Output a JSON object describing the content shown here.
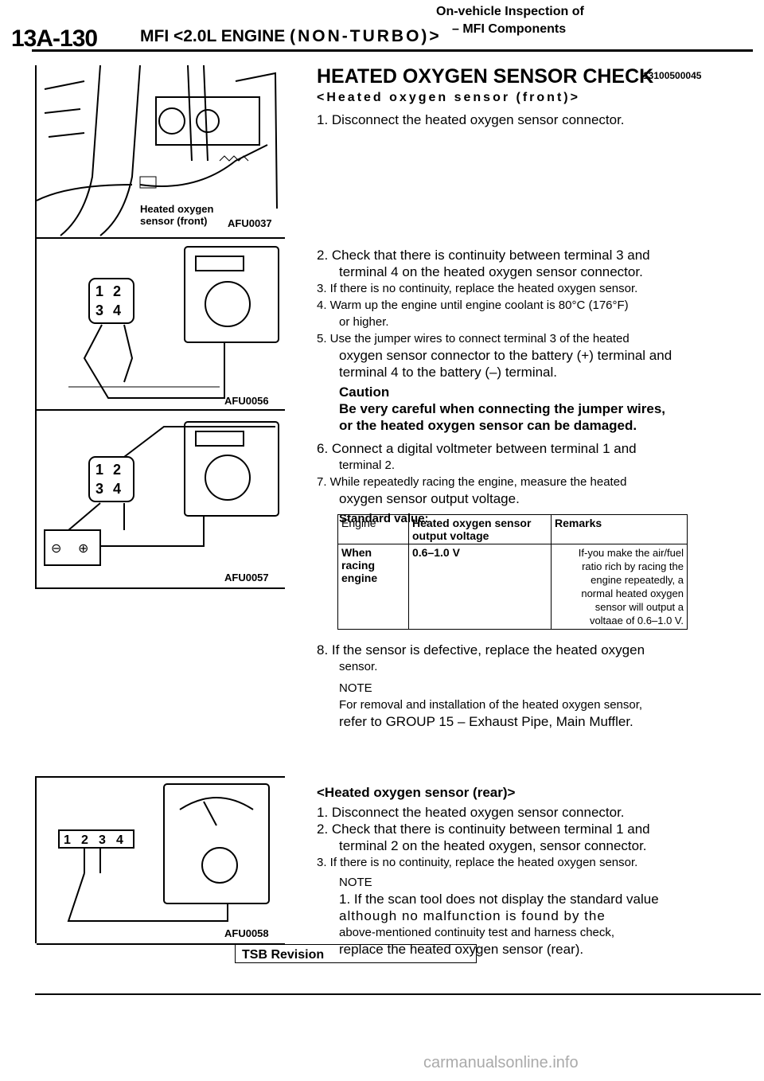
{
  "header": {
    "page_number": "13A-130",
    "title_prefix": "MFI <2.0L ENGINE",
    "title_engine": "(NON-TURBO)>",
    "top_right": "On-vehicle Inspection of",
    "sub_right": "– MFI Components"
  },
  "figures": {
    "fig1": {
      "label_line1": "Heated oxygen",
      "label_line2": "sensor (front)",
      "code": "AFU0037"
    },
    "fig2": {
      "code": "AFU0056",
      "pins": [
        "1",
        "2",
        "3",
        "4"
      ]
    },
    "fig3": {
      "code": "AFU0057",
      "pins": [
        "1",
        "2",
        "3",
        "4"
      ]
    },
    "fig4": {
      "code": "AFU0058",
      "pins": [
        "1",
        "2",
        "3",
        "4"
      ]
    }
  },
  "section": {
    "title": "HEATED OXYGEN SENSOR CHECK",
    "code": "13100500045",
    "front_heading": "<Heated oxygen sensor (front)>",
    "step1": "1. Disconnect the heated oxygen sensor connector.",
    "step2_a": "2. Check that there is continuity between terminal 3 and",
    "step2_b": "terminal 4 on the heated oxygen sensor connector.",
    "step3": "3. If there is no continuity, replace the heated oxygen sensor.",
    "step4_a": "4. Warm up the engine until engine coolant is 80°C (176°F)",
    "step4_b": "or higher.",
    "step5_a": "5. Use the jumper wires to connect terminal 3 of the heated",
    "step5_b": "oxygen sensor connector to the battery (+) terminal and",
    "step5_c": "terminal 4 to the battery (–) terminal.",
    "caution_label": "Caution",
    "caution_a": "Be very careful when connecting the jumper wires,",
    "caution_b": "or the heated oxygen sensor can be damaged.",
    "step6_a": "6. Connect a digital voltmeter between terminal 1 and",
    "step6_b": "terminal 2.",
    "step7_a": "7. While repeatedly racing the engine, measure the heated",
    "step7_b": "oxygen sensor output voltage.",
    "standard_label": "Standard value:",
    "table": {
      "headers": [
        "Engine",
        "Heated oxygen sensor output voltage",
        "Remarks"
      ],
      "row": {
        "engine": "When racing engine",
        "voltage": "0.6–1.0 V",
        "remarks_1": "If-you make the air/fuel",
        "remarks_2": "ratio rich by racing the",
        "remarks_3": "engine repeatedly, a",
        "remarks_4": "normal heated oxygen",
        "remarks_5": "sensor will output a",
        "remarks_6": "voltaae of 0.6–1.0 V."
      }
    },
    "step8_a": "8. If the sensor is defective, replace the heated oxygen",
    "step8_b": "sensor.",
    "note1_label": "NOTE",
    "note1_a": "For removal and installation of the heated oxygen sensor,",
    "note1_b": "refer to GROUP 15 – Exhaust Pipe, Main Muffler.",
    "rear_heading": "<Heated oxygen sensor (rear)>",
    "rear1": "1. Disconnect the heated oxygen sensor connector.",
    "rear2_a": "2. Check that there is continuity between terminal 1 and",
    "rear2_b": "terminal 2 on the heated oxygen, sensor connector.",
    "rear3": "3. If there is no continuity, replace the heated oxygen sensor.",
    "note2_label": "NOTE",
    "note2_a": "1. If the scan tool does not display the standard value",
    "note2_b": "although no malfunction is found by the",
    "note2_c": "above-mentioned continuity test and harness check,",
    "note2_d": "replace the heated oxygen sensor (rear)."
  },
  "footer": {
    "tsb": "TSB Revision",
    "watermark": "carmanualsonline.info"
  }
}
